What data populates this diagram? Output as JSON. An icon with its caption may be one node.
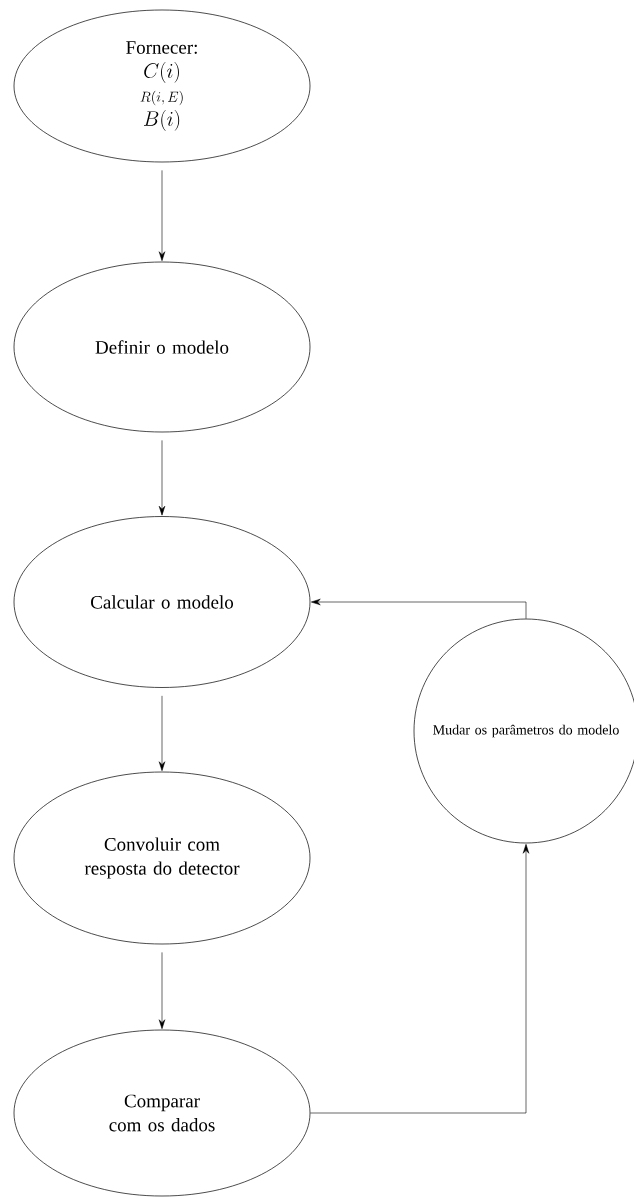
{
  "diagram": {
    "nodes": [
      {
        "text": [
          "Fornecer:",
          "C(i)",
          "R(i, E)",
          "B(i)"
        ]
      },
      {
        "text": [
          "Definir o modelo"
        ]
      },
      {
        "text": [
          "Calcular o modelo"
        ]
      },
      {
        "text": [
          "Convoluir com resposta do detector"
        ]
      },
      {
        "text": [
          "Comparar com os dados"
        ]
      },
      {
        "text": [
          "Mudar os parâmetros do modelo"
        ]
      }
    ],
    "edges": [
      {
        "from": 0,
        "to": 1,
        "arrow": "to"
      },
      {
        "from": 1,
        "to": 2,
        "arrow": "to"
      },
      {
        "from": 2,
        "to": 3,
        "arrow": "to"
      },
      {
        "from": 3,
        "to": 4,
        "arrow": "to"
      },
      {
        "from": 4,
        "to": 5,
        "arrow": "to"
      },
      {
        "from": 5,
        "to": 2,
        "arrow": "to"
      }
    ]
  }
}
